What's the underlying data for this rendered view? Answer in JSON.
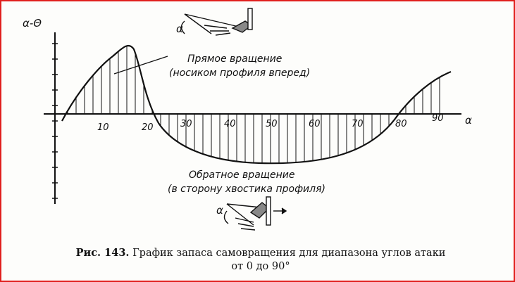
{
  "axes": {
    "y_label": "α-Θ",
    "x_label": "α",
    "x_ticks": [
      "10",
      "20",
      "30",
      "40",
      "50",
      "60",
      "70",
      "80",
      "90"
    ]
  },
  "annotations": {
    "forward_line1": "Прямое вращение",
    "forward_line2": "(носиком профиля вперед)",
    "reverse_line1": "Обратное вращение",
    "reverse_line2": "(в сторону хвостика профиля)",
    "alpha_symbol": "α"
  },
  "caption": {
    "lead": "Рис. 143.",
    "line1": "График запаса самовращения для диапазона углов атаки",
    "line2": "от 0 до 90°"
  },
  "colors": {
    "frame": "#e0201e",
    "ink": "#111111"
  }
}
